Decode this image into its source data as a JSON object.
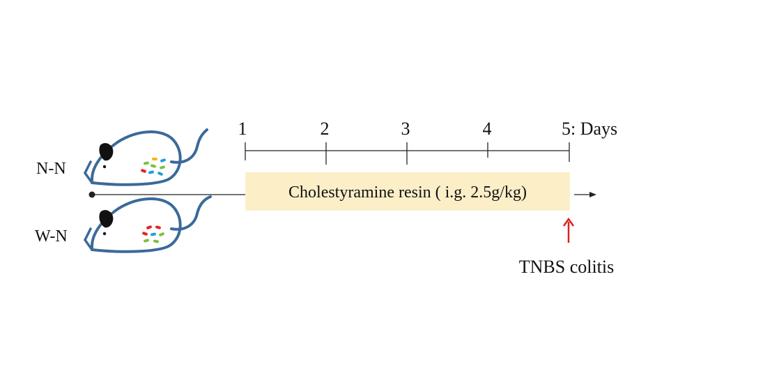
{
  "groups": [
    {
      "label": "N-N"
    },
    {
      "label": "W-N"
    }
  ],
  "timeline": {
    "ticks": [
      "1",
      "2",
      "3",
      "4",
      "5: Days"
    ]
  },
  "treatment": {
    "label": "Cholestyramine resin ( i.g. 2.5g/kg)"
  },
  "event": {
    "label": "TNBS colitis"
  },
  "colors": {
    "mouse_outline": "#3a6a9a",
    "ear": "#111111",
    "treatment_box": "#fcefc8",
    "event_arrow": "#e02020",
    "line": "#222222",
    "bacteria_green": "#7ac143",
    "bacteria_blue": "#1ea0e0",
    "bacteria_red": "#e52222",
    "bacteria_yellow": "#f2b81a"
  }
}
